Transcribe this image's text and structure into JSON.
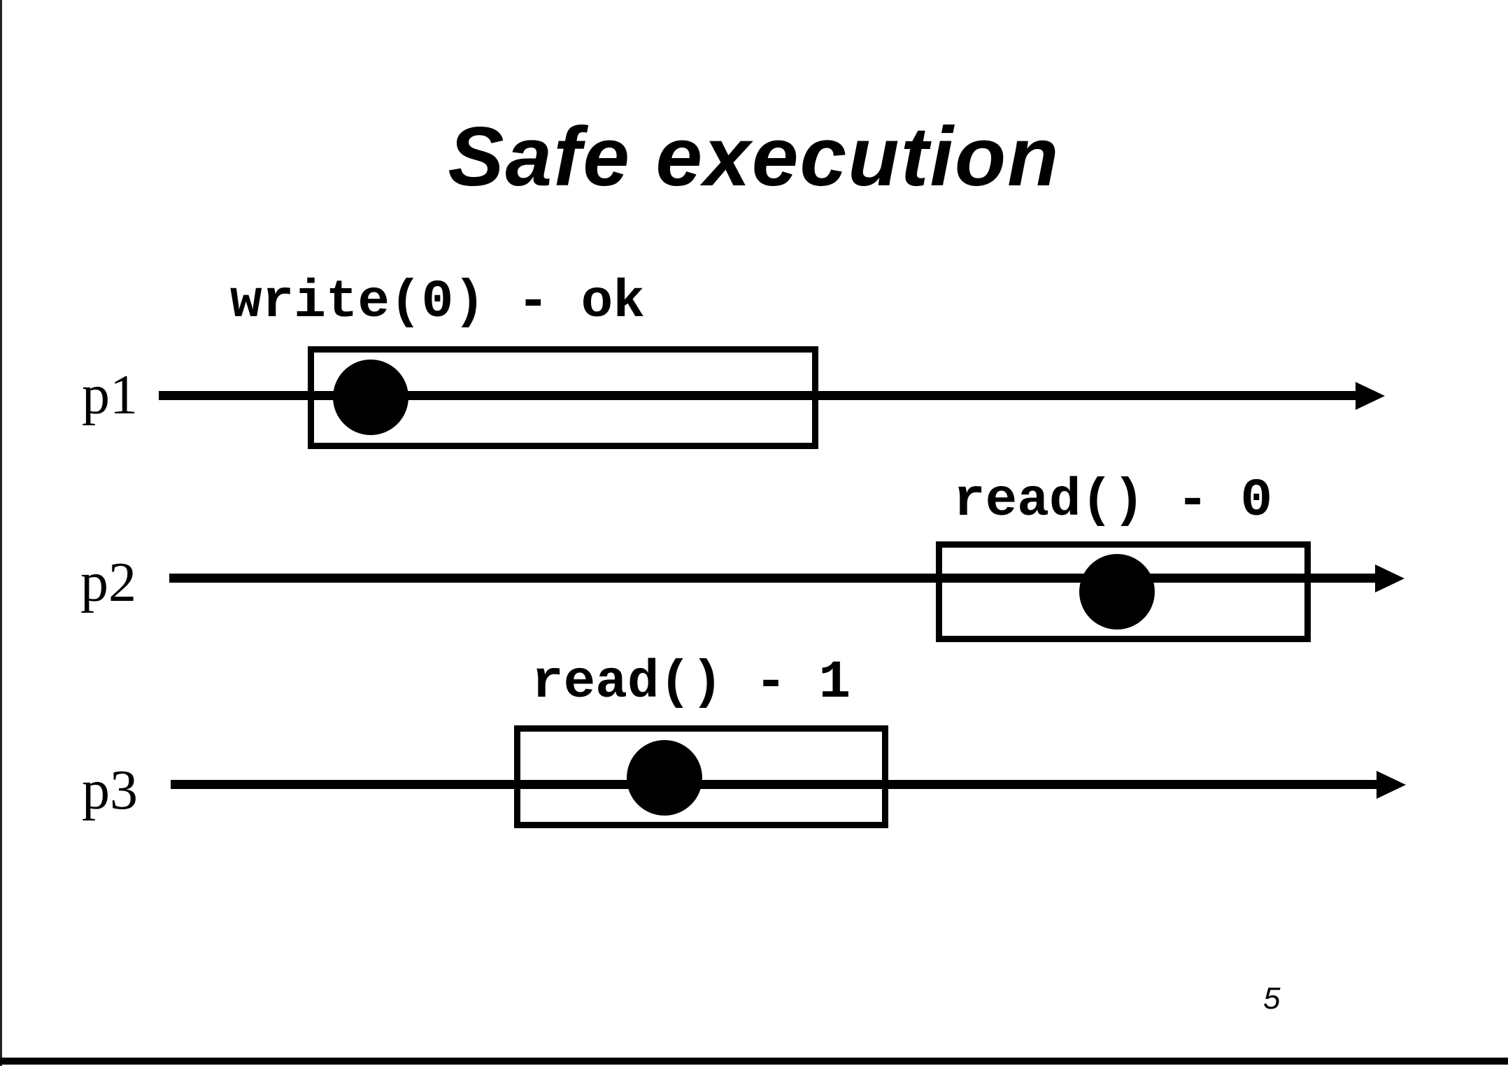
{
  "slide": {
    "title": "Safe execution",
    "page_number": "5"
  },
  "processes": [
    {
      "label": "p1",
      "operation": "write(0) - ok"
    },
    {
      "label": "p2",
      "operation": "read() - 0"
    },
    {
      "label": "p3",
      "operation": "read() - 1"
    }
  ],
  "icons": {
    "arrowhead": "right-arrowhead-triangle",
    "event_dot": "filled-black-circle"
  },
  "colors": {
    "ink": "#000000",
    "background": "#ffffff",
    "frame_left": "#222222",
    "frame_bottom": "#000000"
  }
}
